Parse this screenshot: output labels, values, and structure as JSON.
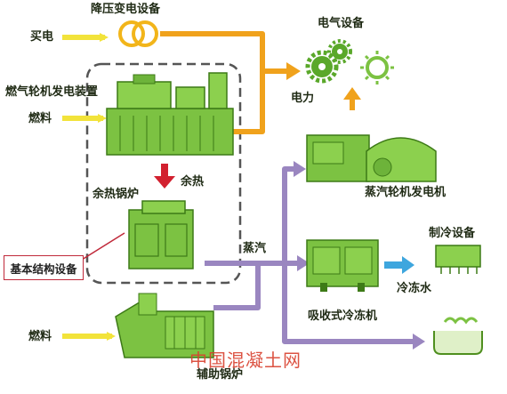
{
  "labels": {
    "buy_power": "买电",
    "transformer": "降压变电设备",
    "electric_equipment": "电气设备",
    "gas_turbine": "燃气轮机发电装置",
    "fuel_top": "燃料",
    "power": "电力",
    "waste_heat": "余热",
    "waste_heat_boiler": "余热锅炉",
    "steam_turbine": "蒸汽轮机发电机",
    "steam": "蒸汽",
    "refrigeration_equipment": "制冷设备",
    "absorption_chiller": "吸收式冷冻机",
    "chilled_water": "冷冻水",
    "fuel_bottom": "燃料",
    "aux_boiler": "辅助锅炉",
    "basic_equipment": "基本结构设备"
  },
  "watermark": "中国混凝土网",
  "colors": {
    "green": "#7cc242",
    "green_dark": "#4f8f1f",
    "yellow": "#f2e33a",
    "orange": "#f0a21c",
    "purple": "#9a86c0",
    "red": "#d2202f",
    "blue": "#3ea6de",
    "dash": "#555555",
    "callout": "#c0293a"
  }
}
